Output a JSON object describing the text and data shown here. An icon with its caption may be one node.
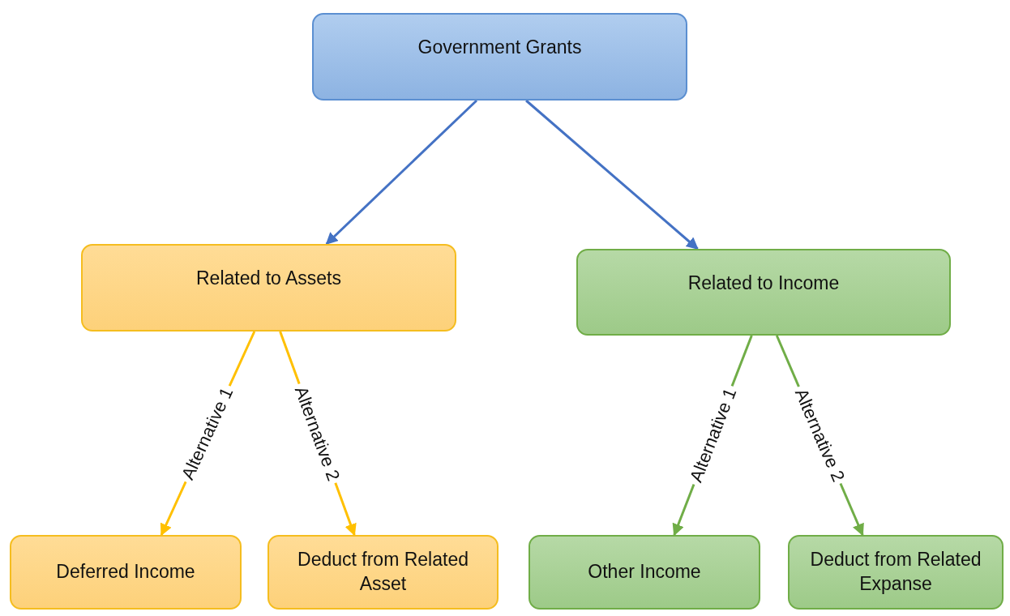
{
  "diagram": {
    "nodes": [
      {
        "text": [
          "Government Grants"
        ]
      },
      {
        "text": [
          "Related to Assets"
        ]
      },
      {
        "text": [
          "Related to Income"
        ]
      },
      {
        "text": [
          "Deferred Income"
        ]
      },
      {
        "text": [
          "Deduct from Related Asset"
        ]
      },
      {
        "text": [
          "Other Income"
        ]
      },
      {
        "text": [
          "Deduct from Related Expanse"
        ]
      }
    ],
    "edges": [
      {
        "from": 0,
        "to": 1,
        "arrow": "to",
        "color": "#4472c4"
      },
      {
        "from": 0,
        "to": 2,
        "arrow": "to",
        "color": "#4472c4"
      },
      {
        "from": 1,
        "to": 3,
        "arrow": "to",
        "label": "Alternative 1",
        "color": "#ffc000"
      },
      {
        "from": 1,
        "to": 4,
        "arrow": "to",
        "label": "Alternative 2",
        "color": "#ffc000"
      },
      {
        "from": 2,
        "to": 5,
        "arrow": "to",
        "label": "Alternative 1",
        "color": "#70ad47"
      },
      {
        "from": 2,
        "to": 6,
        "arrow": "to",
        "label": "Alternative 2",
        "color": "#70ad47"
      }
    ]
  }
}
